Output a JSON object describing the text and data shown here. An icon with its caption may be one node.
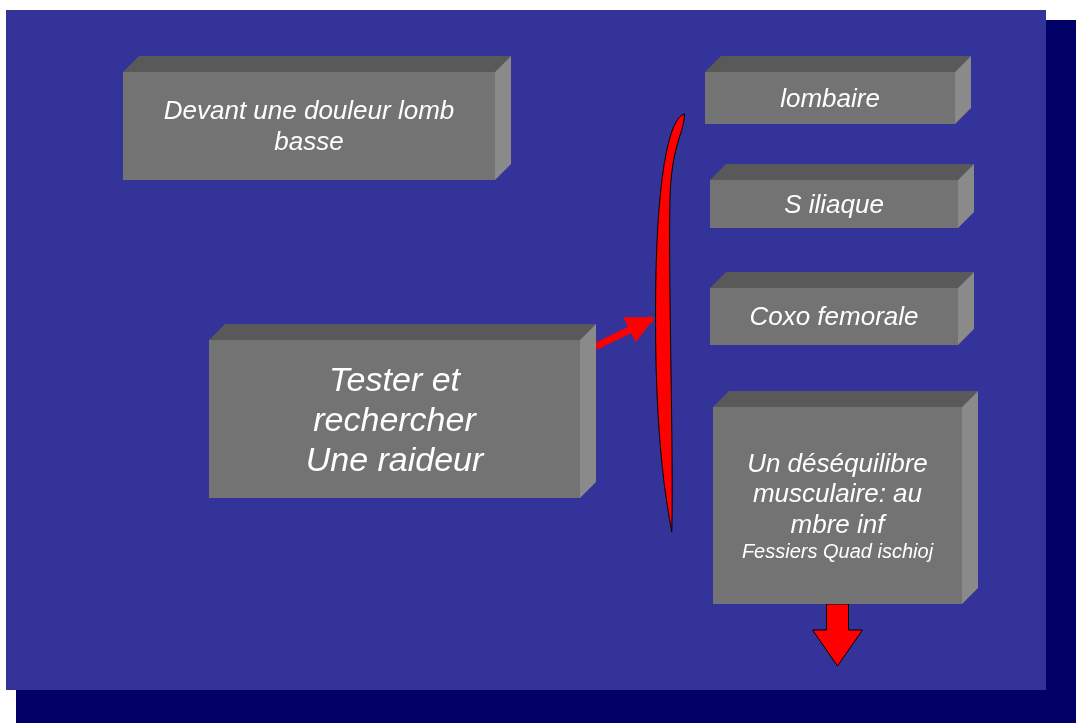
{
  "diagram": {
    "nodes": [
      {
        "text": [
          "Devant une douleur lomb basse"
        ]
      },
      {
        "text": [
          "lombaire"
        ]
      },
      {
        "text": [
          "S iliaque"
        ]
      },
      {
        "text": [
          "Coxo femorale"
        ]
      },
      {
        "text": [
          "Tester et rechercher Une raideur"
        ]
      },
      {
        "text": [
          "Un déséquilibre musculaire: au mbre inf",
          "Fessiers Quad ischioj"
        ]
      },
      {
        "text": [],
        "shape": "bracket"
      }
    ],
    "edges": [
      {
        "from": 4,
        "to": 6,
        "arrow": "to"
      },
      {
        "from": 5,
        "to": null,
        "arrow": "to",
        "style": "thick"
      }
    ]
  }
}
